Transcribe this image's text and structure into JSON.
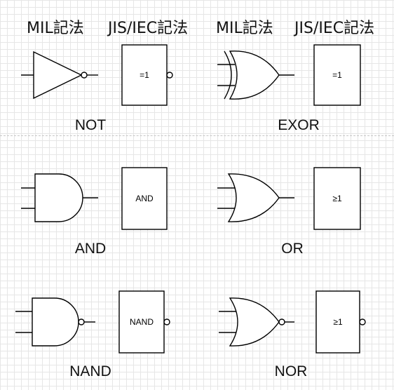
{
  "headers": {
    "mil_left": "MIL記法",
    "jis_left": "JIS/IEC記法",
    "mil_right": "MIL記法",
    "jis_right": "JIS/IEC記法"
  },
  "gates": {
    "not": {
      "name": "NOT",
      "jis_label": "=1"
    },
    "exor": {
      "name": "EXOR",
      "jis_label": "=1"
    },
    "and": {
      "name": "AND",
      "jis_label": "AND"
    },
    "or": {
      "name": "OR",
      "jis_label": "≥1"
    },
    "nand": {
      "name": "NAND",
      "jis_label": "NAND"
    },
    "nor": {
      "name": "NOR",
      "jis_label": "≥1"
    }
  }
}
